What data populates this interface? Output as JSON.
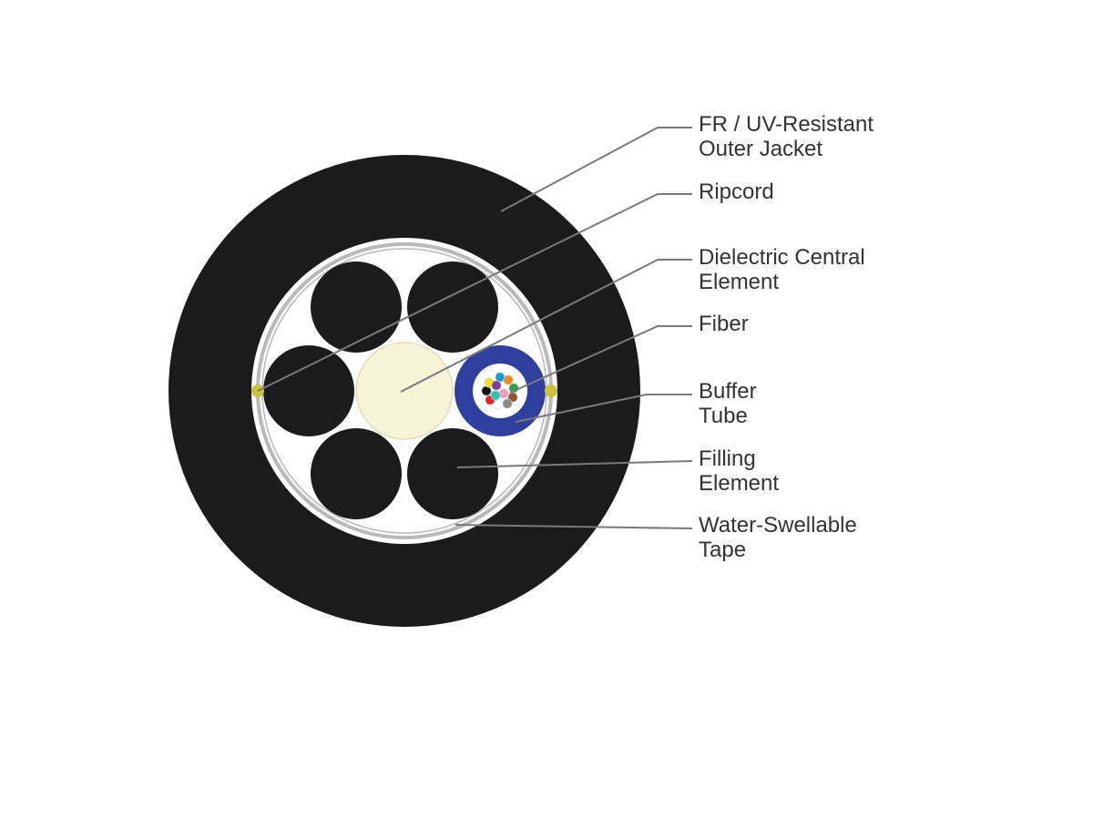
{
  "colors": {
    "jacket": "#1b1b1b",
    "tape_fill": "#ffffff",
    "tape_stroke": "#b9b9b9",
    "central_element": "#f6f3d8",
    "central_element_stroke": "#e2ddb5",
    "filling_element": "#1b1b1b",
    "buffer_tube": "#2f3fa0",
    "ripcord": "#c9c23a",
    "leader_line": "#7a7a7a",
    "label_text": "#333333"
  },
  "fiber_colors": [
    "#1e9bd7",
    "#f08a24",
    "#27a24a",
    "#8b5a2b",
    "#8a8a8a",
    "#ffffff",
    "#e42024",
    "#111111",
    "#f2e21c",
    "#7d3f98",
    "#f49ac1",
    "#2ec4b6"
  ],
  "labels": [
    {
      "id": "outer-jacket",
      "lines": [
        "FR / UV-Resistant",
        "Outer Jacket"
      ]
    },
    {
      "id": "ripcord",
      "lines": [
        "Ripcord"
      ]
    },
    {
      "id": "dielectric-central-element",
      "lines": [
        "Dielectric Central",
        "Element"
      ]
    },
    {
      "id": "fiber",
      "lines": [
        "Fiber"
      ]
    },
    {
      "id": "buffer-tube",
      "lines": [
        "Buffer",
        "Tube"
      ]
    },
    {
      "id": "filling-element",
      "lines": [
        "Filling",
        "Element"
      ]
    },
    {
      "id": "water-swellable-tape",
      "lines": [
        "Water-Swellable",
        "Tape"
      ]
    }
  ]
}
